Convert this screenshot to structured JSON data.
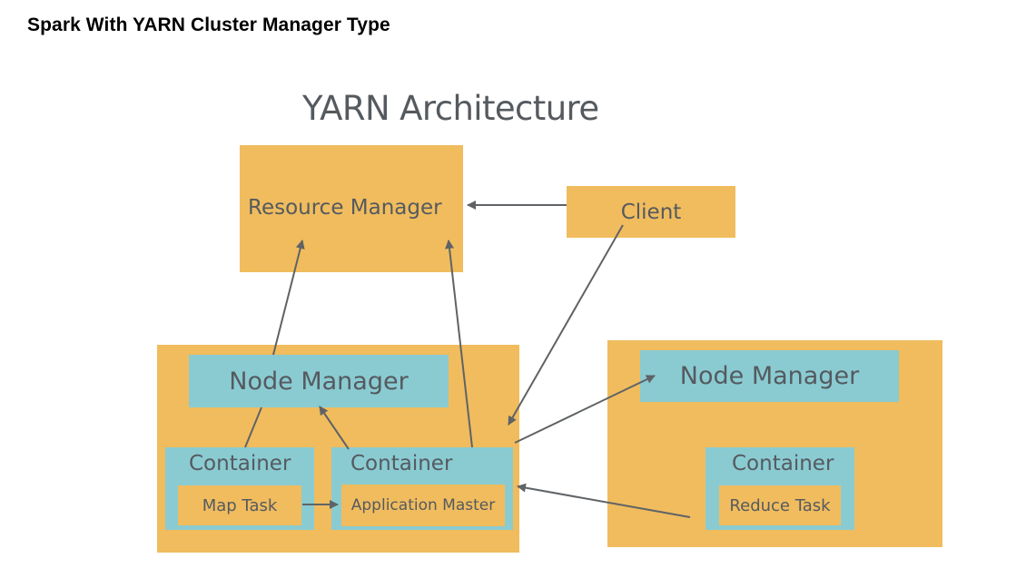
{
  "page_title": "Spark With YARN Cluster Manager Type",
  "diagram": {
    "title": "YARN Architecture",
    "resource_manager": "Resource Manager",
    "client": "Client",
    "node1": {
      "node_manager": "Node Manager",
      "container_a": {
        "title": "Container",
        "task": "Map Task"
      },
      "container_b": {
        "title": "Container",
        "task": "Application Master"
      }
    },
    "node2": {
      "node_manager": "Node Manager",
      "container": {
        "title": "Container",
        "task": "Reduce Task"
      }
    }
  },
  "colors": {
    "box_orange": "#f0bc5e",
    "box_teal": "#8acbd2",
    "text": "#555a5f",
    "arrow": "#5f6366"
  }
}
